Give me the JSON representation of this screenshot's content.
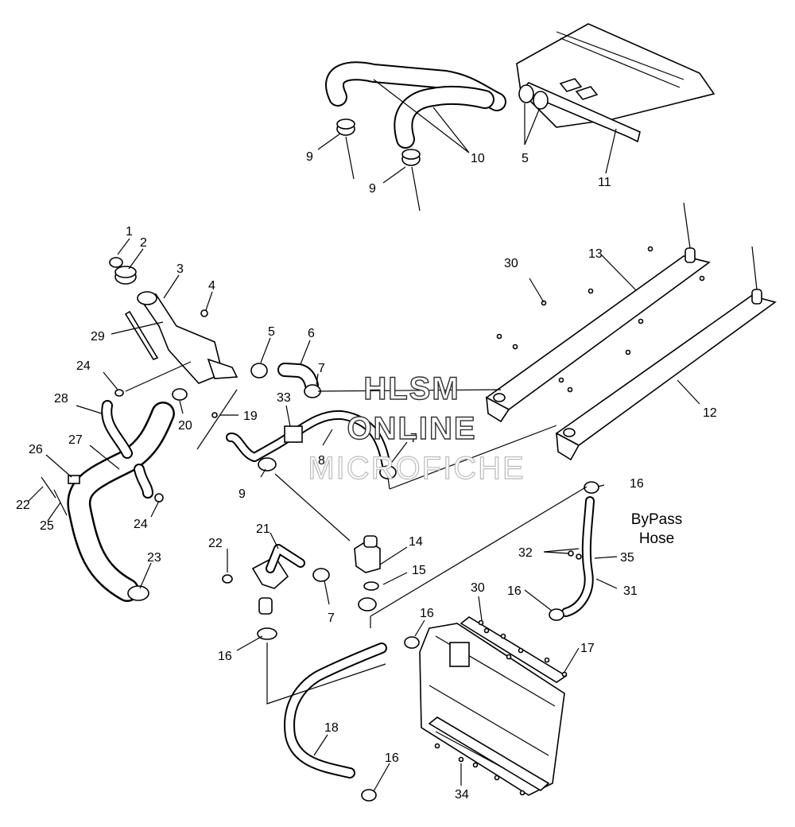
{
  "watermark": {
    "line1": "HLSM",
    "line2": "ONLINE",
    "line3": "MICROFICHE"
  },
  "note": {
    "line1": "ByPass",
    "line2": "Hose"
  },
  "callouts": [
    {
      "label": "1"
    },
    {
      "label": "2"
    },
    {
      "label": "3"
    },
    {
      "label": "4"
    },
    {
      "label": "5"
    },
    {
      "label": "5"
    },
    {
      "label": "6"
    },
    {
      "label": "7"
    },
    {
      "label": "7"
    },
    {
      "label": "7"
    },
    {
      "label": "8"
    },
    {
      "label": "9"
    },
    {
      "label": "9"
    },
    {
      "label": "9"
    },
    {
      "label": "10"
    },
    {
      "label": "11"
    },
    {
      "label": "12"
    },
    {
      "label": "13"
    },
    {
      "label": "14"
    },
    {
      "label": "15"
    },
    {
      "label": "16"
    },
    {
      "label": "16"
    },
    {
      "label": "16"
    },
    {
      "label": "16"
    },
    {
      "label": "16"
    },
    {
      "label": "17"
    },
    {
      "label": "18"
    },
    {
      "label": "19"
    },
    {
      "label": "20"
    },
    {
      "label": "21"
    },
    {
      "label": "22"
    },
    {
      "label": "22"
    },
    {
      "label": "23"
    },
    {
      "label": "24"
    },
    {
      "label": "24"
    },
    {
      "label": "25"
    },
    {
      "label": "26"
    },
    {
      "label": "27"
    },
    {
      "label": "28"
    },
    {
      "label": "29"
    },
    {
      "label": "30"
    },
    {
      "label": "30"
    },
    {
      "label": "31"
    },
    {
      "label": "32"
    },
    {
      "label": "33"
    },
    {
      "label": "34"
    },
    {
      "label": "35"
    }
  ]
}
